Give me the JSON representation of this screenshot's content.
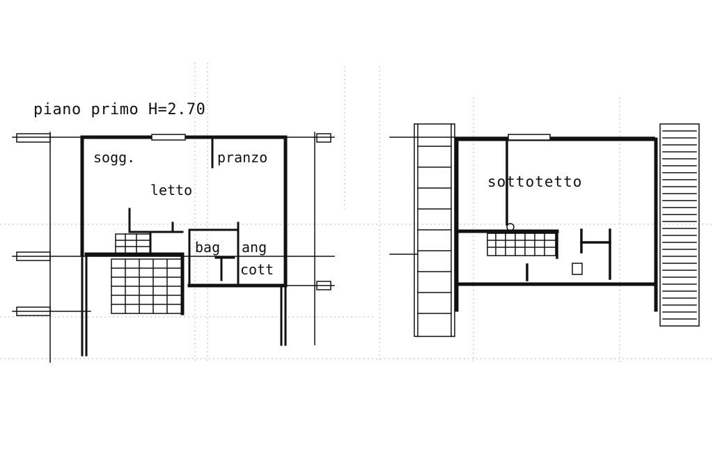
{
  "floor_plan": {
    "title": "piano primo H=2.70",
    "rooms": {
      "sogg": "sogg.",
      "pranzo": "pranzo",
      "letto": "letto",
      "bag": "bag",
      "ang": "ang",
      "cott": "cott",
      "sottotetto": "sottotetto"
    }
  }
}
